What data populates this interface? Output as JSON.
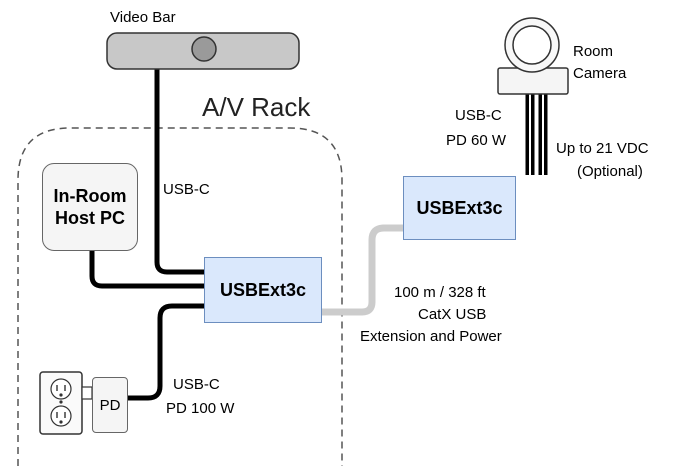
{
  "devices": {
    "video_bar": "Video Bar",
    "rack": "A/V Rack",
    "host_pc_line1": "In-Room",
    "host_pc_line2": "Host PC",
    "usbext_main": "USBExt3c",
    "usbext_remote": "USBExt3c",
    "room_camera_line1": "Room",
    "room_camera_line2": "Camera",
    "pd": "PD"
  },
  "cables": {
    "videobar_link": "USB-C",
    "camera_usb_line1": "USB-C",
    "camera_usb_line2": "PD 60 W",
    "camera_power_line1": "Up to 21 VDC",
    "camera_power_line2": "(Optional)",
    "extension_line1": "100 m / 328 ft",
    "extension_line2": "CatX USB",
    "extension_line3": "Extension and Power",
    "power_line1": "USB-C",
    "power_line2": "PD 100 W"
  }
}
